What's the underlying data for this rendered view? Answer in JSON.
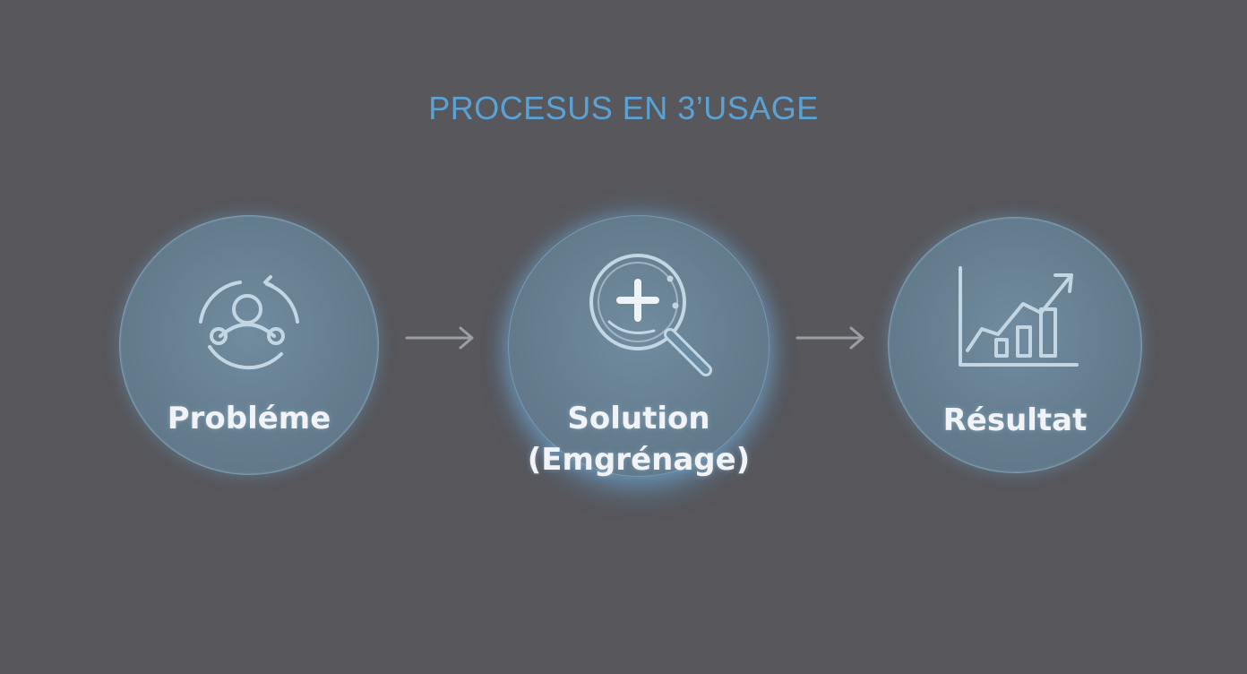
{
  "diagram": {
    "title": "PROCESUS EN 3’USAGE",
    "steps": [
      {
        "label": "Probléme",
        "icon": "user-cycle-icon"
      },
      {
        "label": "Solution",
        "label_line2": "(Emgrénage)",
        "icon": "magnifier-plus-icon"
      },
      {
        "label": "Résultat",
        "icon": "growth-chart-icon"
      }
    ],
    "connectors": [
      "arrow-right-icon",
      "arrow-right-icon"
    ]
  },
  "colors": {
    "background": "#57575c",
    "title": "#5aa2d6",
    "circle_fill": "#6d8ca2",
    "icon_stroke": "#c3d6e4",
    "label": "#f1f3f6",
    "arrow": "#9a9ea6"
  }
}
